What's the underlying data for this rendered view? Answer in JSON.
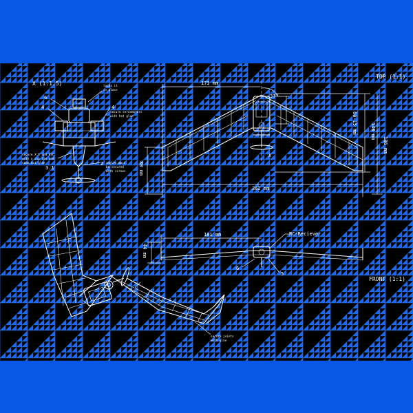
{
  "colors": {
    "background": "#0a56e6",
    "sheet": "#1b6af0",
    "line": "#ffffff"
  },
  "views": {
    "top": "TOP (1:1)",
    "front": "FRONT (1:1)",
    "side": "X (1:1.5)"
  },
  "top_view": {
    "half_span": "173 mm",
    "angle": "37°",
    "motor_offset": "60-15 mm",
    "tip_chord": "80 mm",
    "center_height": "140 mm",
    "root_chord": "186 mm",
    "total_span": "362 mm",
    "section_marker": "X"
  },
  "front_view": {
    "half_span": "181 mm",
    "height": "44 mm",
    "receiver": "RC-Reciever",
    "callout_6": "6",
    "callout_5": "5"
  },
  "side_view": {
    "callouts": [
      {
        "num": "6"
      },
      {
        "num": "4"
      },
      {
        "num": "4"
      },
      {
        "num": "3.1"
      },
      {
        "num": "2"
      }
    ],
    "notes": {
      "nut": [
        "locks it",
        "in place"
      ],
      "servo": [
        "secure servomotors",
        "with hot glue"
      ],
      "esc": [
        "secure X'S and ESC",
        "with a zip tie and",
        "seam hot glue"
      ],
      "screws": [
        "angles must",
        "be secured",
        "with screws"
      ]
    }
  },
  "iso_view": {
    "note": [
      "secure joints",
      "with glue"
    ]
  }
}
